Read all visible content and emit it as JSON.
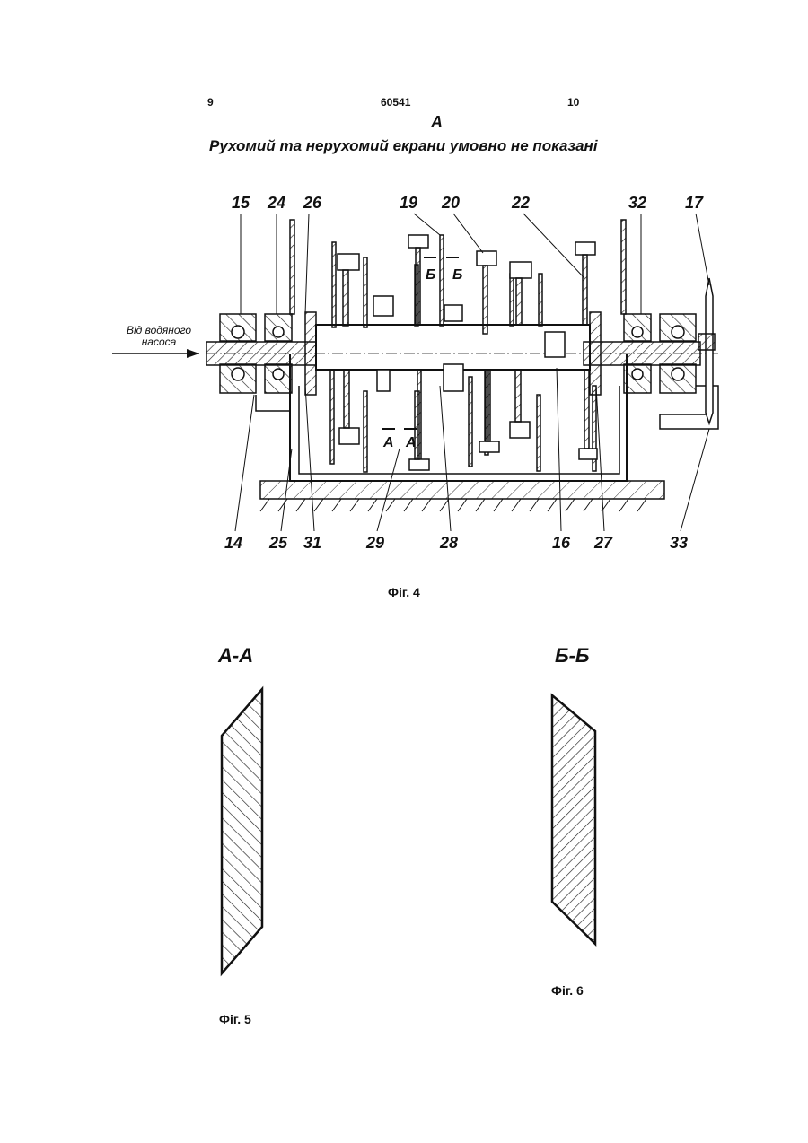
{
  "header": {
    "page_left": "9",
    "doc_number": "60541",
    "page_right": "10"
  },
  "fig4": {
    "view_letter": "A",
    "note": "Рухомий та нерухомий екрани умовно не показані",
    "inlet_label": "Від водяного насоса",
    "top_labels": [
      "15",
      "24",
      "26",
      "19",
      "20",
      "22",
      "32",
      "17"
    ],
    "bottom_labels": [
      "14",
      "25",
      "31",
      "29",
      "28",
      "16",
      "27",
      "33"
    ],
    "section_marks": [
      "Б",
      "Б",
      "А",
      "А"
    ],
    "caption": "Фіг. 4"
  },
  "fig5": {
    "title": "А-А",
    "caption": "Фіг. 5"
  },
  "fig6": {
    "title": "Б-Б",
    "caption": "Фіг. 6"
  }
}
